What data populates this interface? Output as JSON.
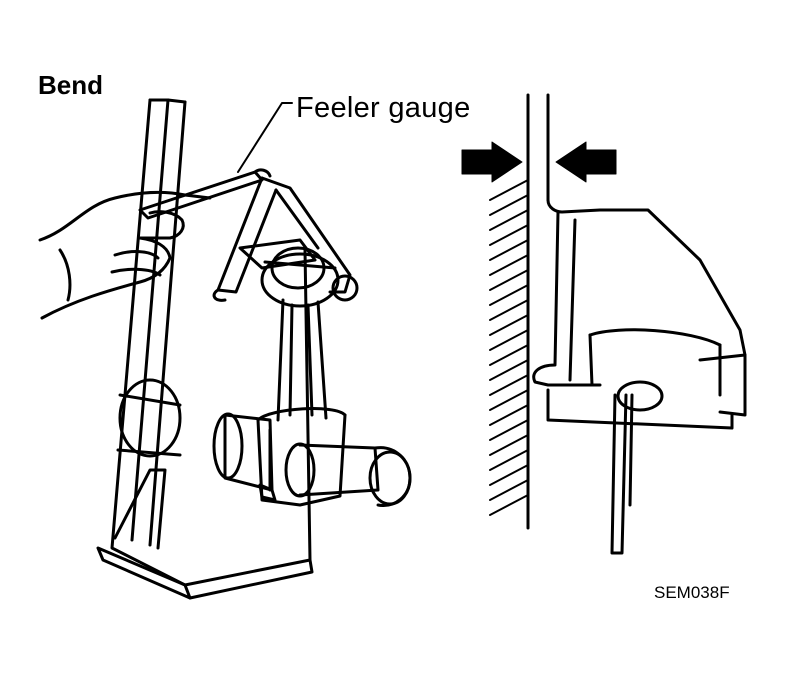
{
  "title": "Bend",
  "callouts": {
    "feeler_gauge": "Feeler gauge"
  },
  "figure_code": "SEM038F",
  "colors": {
    "line": "#000000",
    "background": "#ffffff"
  }
}
